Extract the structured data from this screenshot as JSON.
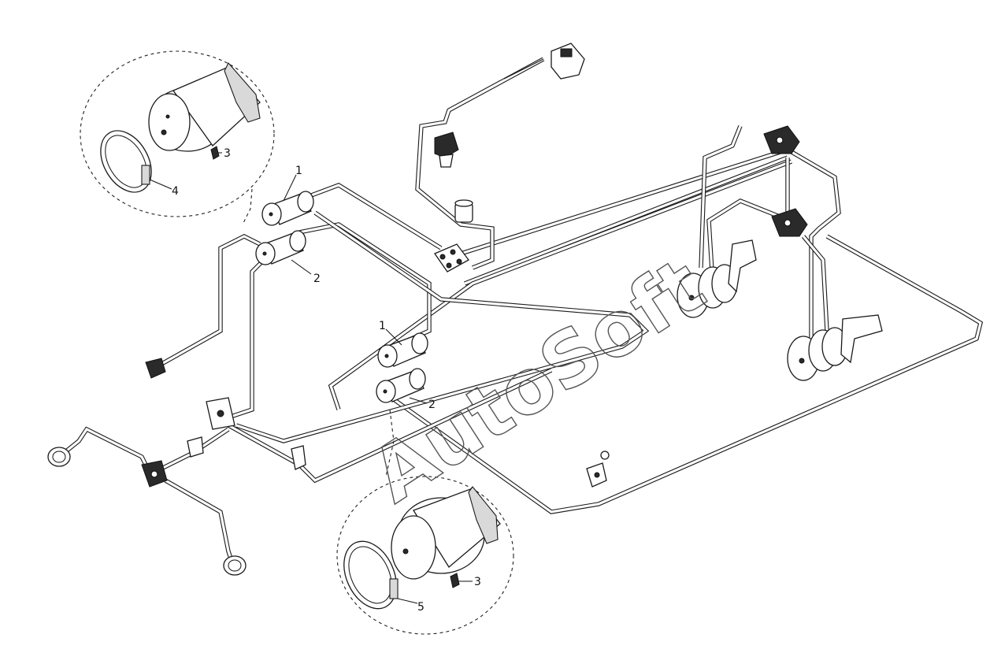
{
  "diagram": {
    "callouts": {
      "c1_upper": "1",
      "c2_upper": "2",
      "c1_lower": "1",
      "c2_lower": "2",
      "c3_upper": "3",
      "c4": "4",
      "c3_lower": "3",
      "c5": "5"
    },
    "watermark": "AutoSoft"
  }
}
